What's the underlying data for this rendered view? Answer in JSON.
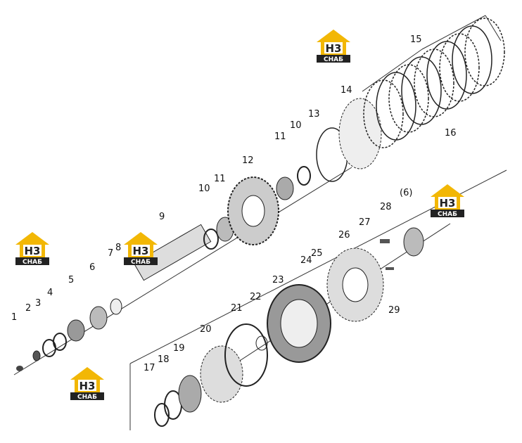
{
  "callouts": [
    {
      "id": "c1",
      "text": "1"
    },
    {
      "id": "c2",
      "text": "2"
    },
    {
      "id": "c3",
      "text": "3"
    },
    {
      "id": "c4",
      "text": "4"
    },
    {
      "id": "c5",
      "text": "5"
    },
    {
      "id": "c6",
      "text": "6"
    },
    {
      "id": "c7",
      "text": "7"
    },
    {
      "id": "c8",
      "text": "8"
    },
    {
      "id": "c9",
      "text": "9"
    },
    {
      "id": "c10a",
      "text": "10"
    },
    {
      "id": "c11a",
      "text": "11"
    },
    {
      "id": "c12",
      "text": "12"
    },
    {
      "id": "c11b",
      "text": "11"
    },
    {
      "id": "c10b",
      "text": "10"
    },
    {
      "id": "c13",
      "text": "13"
    },
    {
      "id": "c14",
      "text": "14"
    },
    {
      "id": "c15",
      "text": "15"
    },
    {
      "id": "c16",
      "text": "16"
    },
    {
      "id": "c6b",
      "text": "(6)"
    },
    {
      "id": "c28",
      "text": "28"
    },
    {
      "id": "c27",
      "text": "27"
    },
    {
      "id": "c26",
      "text": "26"
    },
    {
      "id": "c25",
      "text": "25"
    },
    {
      "id": "c24",
      "text": "24"
    },
    {
      "id": "c23",
      "text": "23"
    },
    {
      "id": "c22",
      "text": "22"
    },
    {
      "id": "c21",
      "text": "21"
    },
    {
      "id": "c20",
      "text": "20"
    },
    {
      "id": "c19",
      "text": "19"
    },
    {
      "id": "c18",
      "text": "18"
    },
    {
      "id": "c17",
      "text": "17"
    },
    {
      "id": "c29",
      "text": "29"
    }
  ],
  "logo": {
    "mark": "H3",
    "caption": "СНАБ",
    "accent": "#f2b705",
    "dark": "#222222"
  }
}
